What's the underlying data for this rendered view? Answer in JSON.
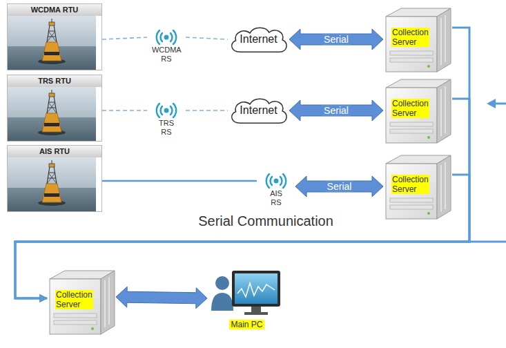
{
  "diagram": {
    "nodes": [
      {
        "text": [
          "WCDMA RTU"
        ]
      },
      {
        "text": [
          "WCDMA RS"
        ]
      },
      {
        "text": [
          "Internet"
        ]
      },
      {
        "text": [
          "Collection Server"
        ]
      },
      {
        "text": [
          "TRS RTU"
        ]
      },
      {
        "text": [
          "TRS RS"
        ]
      },
      {
        "text": [
          "Internet"
        ]
      },
      {
        "text": [
          "Collection Server"
        ]
      },
      {
        "text": [
          "AIS RTU"
        ]
      },
      {
        "text": [
          "AIS RS"
        ]
      },
      {
        "text": [
          "Collection Server"
        ]
      },
      {
        "text": [
          "Collection Server"
        ]
      },
      {
        "text": [
          "Main PC"
        ]
      }
    ],
    "edges": [
      {
        "from": 0,
        "to": 1,
        "arrow": "none"
      },
      {
        "from": 1,
        "to": 2,
        "arrow": "none"
      },
      {
        "from": 2,
        "to": 3,
        "label": "Serial",
        "arrow": "both"
      },
      {
        "from": 4,
        "to": 5,
        "arrow": "none"
      },
      {
        "from": 5,
        "to": 6,
        "arrow": "none"
      },
      {
        "from": 6,
        "to": 7,
        "label": "Serial",
        "arrow": "both"
      },
      {
        "from": 8,
        "to": 9,
        "arrow": "none"
      },
      {
        "from": 9,
        "to": 10,
        "label": "Serial",
        "arrow": "both"
      },
      {
        "from": 3,
        "to": 11,
        "arrow": "to"
      },
      {
        "from": 7,
        "to": 11,
        "arrow": "to"
      },
      {
        "from": 10,
        "to": 11,
        "arrow": "to"
      },
      {
        "from": 11,
        "to": 12,
        "arrow": "both"
      }
    ],
    "labels": [
      "Serial Communication"
    ]
  }
}
